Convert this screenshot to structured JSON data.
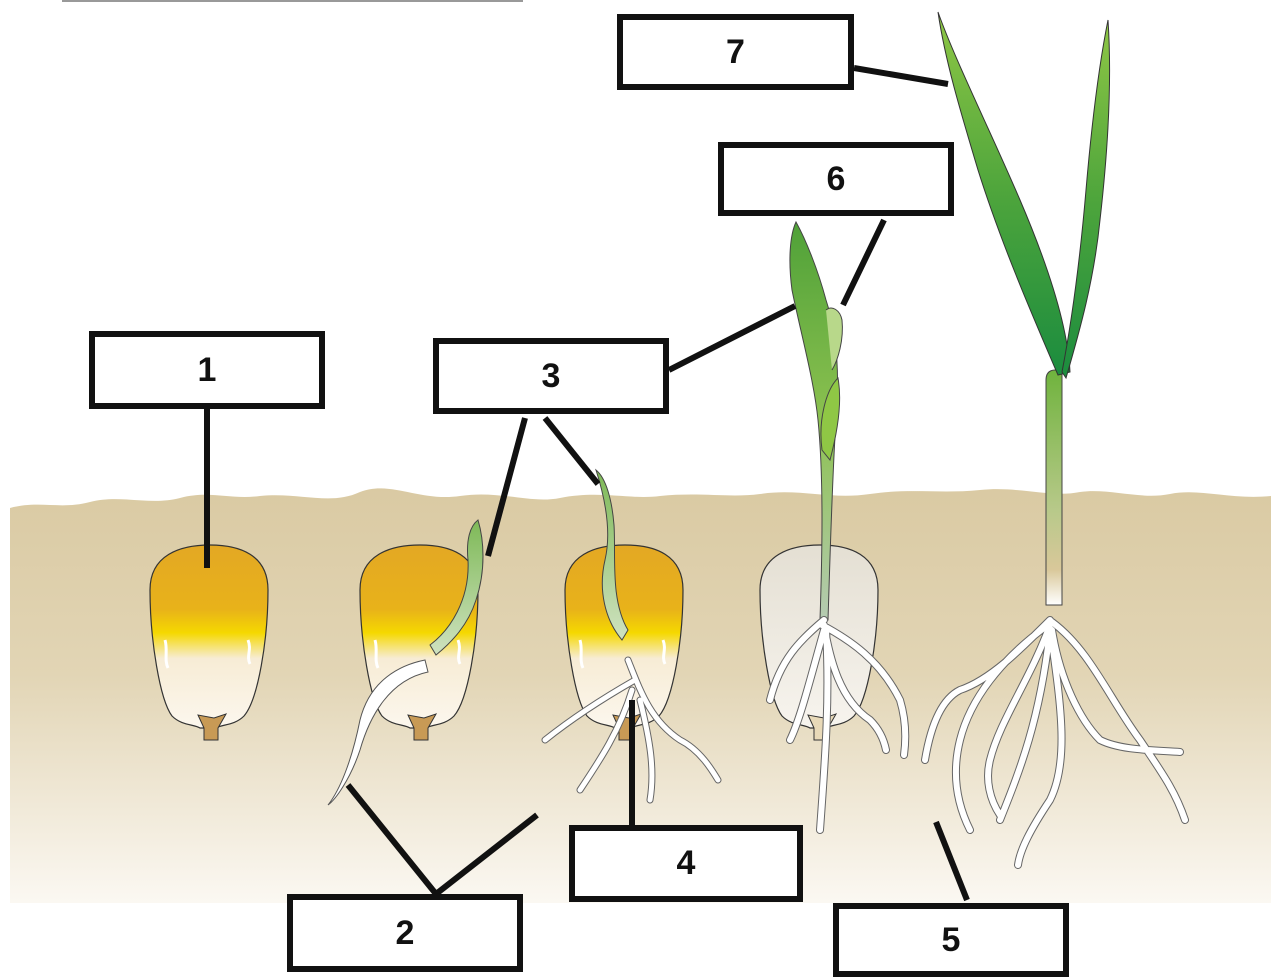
{
  "labels": {
    "box1": "1",
    "box2": "2",
    "box3": "3",
    "box4": "4",
    "box5": "5",
    "box6": "6",
    "box7": "7"
  },
  "colors": {
    "soil_top": "#dacaa3",
    "soil_bottom": "#fbf8f2",
    "kernel_gold": "#e3a824",
    "kernel_yellow": "#f5d800",
    "kernel_cream": "#f7ecd5",
    "leaf_dark": "#1b8c3e",
    "leaf_light": "#8fc745",
    "root": "#ffffff",
    "line": "#111111"
  }
}
